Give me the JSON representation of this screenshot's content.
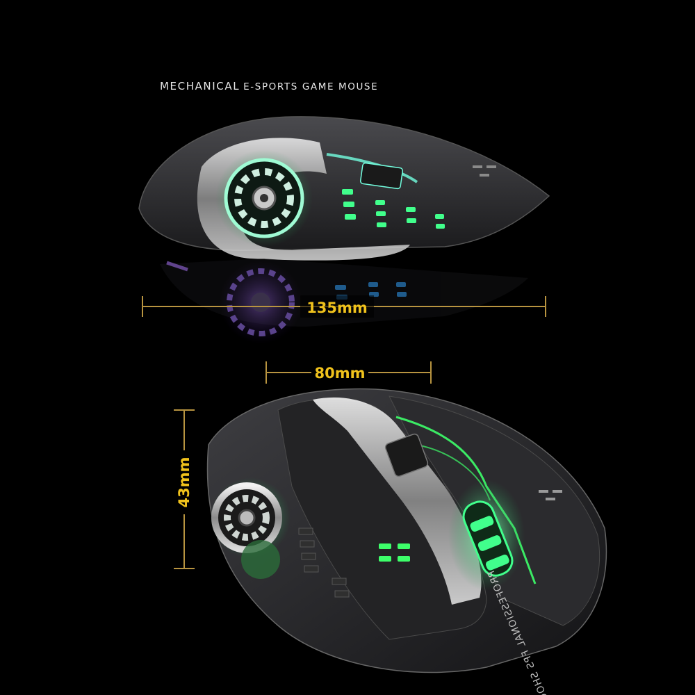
{
  "headline": {
    "part1": "MECHANICAL",
    "part2": "E-SPORTS GAME MOUSE"
  },
  "dimensions": {
    "length": "135mm",
    "width": "80mm",
    "height": "43mm"
  },
  "product_text": "PROFESSIONAL FPS SHOOTER",
  "colors": {
    "background": "#000000",
    "dimension_lines": "#b89440",
    "dimension_text": "#f0c21c",
    "glow_green": "#3dff6a",
    "glow_cyan": "#6fffd6",
    "reflection_purple": "#9b5cff",
    "shell": "#2a2a2c",
    "chrome": "#d8d8d8"
  }
}
